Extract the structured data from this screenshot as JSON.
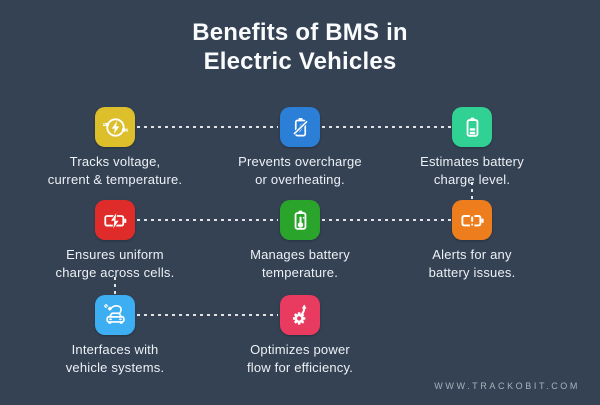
{
  "background_color": "#344254",
  "title": {
    "line1": "Benefits of BMS in",
    "line2": "Electric Vehicles"
  },
  "watermark": "WWW.TRACKOBIT.COM",
  "dash_color": "#ffffff",
  "text_color": "#edf1f5",
  "items": [
    {
      "icon": "voltage-circle-bolt-icon",
      "color": "#dcбf2b",
      "tile_color": "#dcbf2b",
      "line1": "Tracks voltage,",
      "line2": "current & temperature."
    },
    {
      "icon": "overcharge-protection-icon",
      "color": "#2c7fd6",
      "tile_color": "#2c7fd6",
      "line1": "Prevents overcharge",
      "line2": "or overheating."
    },
    {
      "icon": "battery-charge-level-icon",
      "color": "#31d193",
      "tile_color": "#31d193",
      "line1": "Estimates battery",
      "line2": "charge level."
    },
    {
      "icon": "uniform-charge-icon",
      "color": "#e02b2b",
      "tile_color": "#e02b2b",
      "line1": "Ensures uniform",
      "line2": "charge across cells."
    },
    {
      "icon": "battery-temperature-icon",
      "color": "#2ba42b",
      "tile_color": "#2ba42b",
      "line1": "Manages battery",
      "line2": "temperature."
    },
    {
      "icon": "battery-alert-icon",
      "color": "#ee7d1e",
      "tile_color": "#ee7d1e",
      "line1": "Alerts for any",
      "line2": "battery issues."
    },
    {
      "icon": "vehicle-interface-icon",
      "color": "#3daef2",
      "tile_color": "#3daef2",
      "line1": "Interfaces with",
      "line2": "vehicle systems."
    },
    {
      "icon": "power-optimization-icon",
      "color": "#e93a5f",
      "tile_color": "#e93a5f",
      "line1": "Optimizes power",
      "line2": "flow for efficiency."
    }
  ]
}
